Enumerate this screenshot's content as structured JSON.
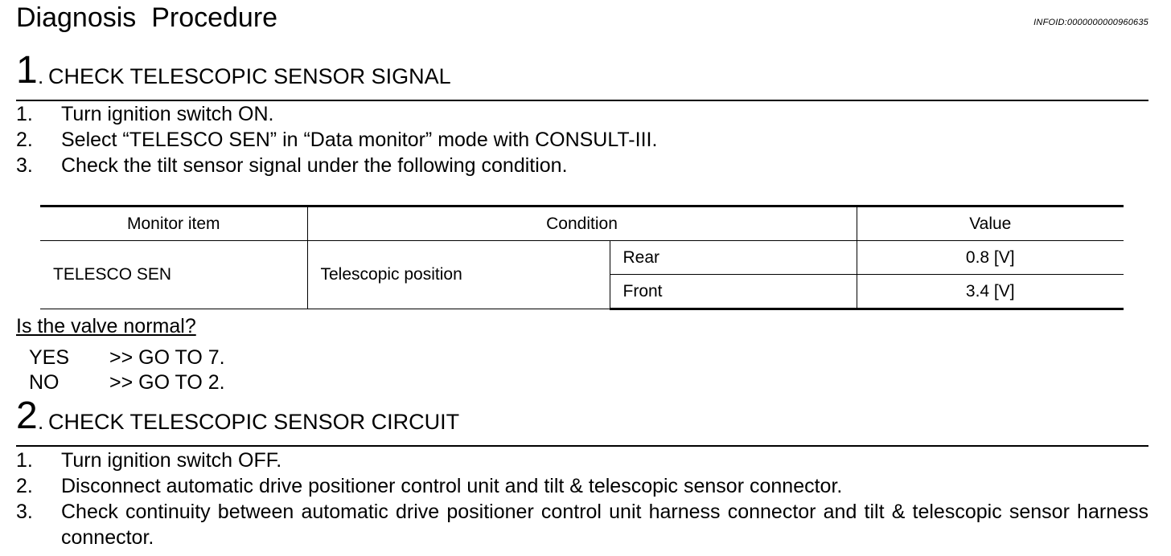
{
  "header": {
    "title": "Diagnosis  Procedure",
    "info_id": "INFOID:0000000000960635"
  },
  "step1": {
    "number": "1",
    "dot": ".",
    "title": "CHECK TELESCOPIC SENSOR SIGNAL",
    "items": [
      {
        "num": "1.",
        "text": "Turn ignition switch ON."
      },
      {
        "num": "2.",
        "text": "Select “TELESCO SEN” in “Data monitor” mode with CONSULT-III."
      },
      {
        "num": "3.",
        "text": "Check the tilt sensor signal under the following condition."
      }
    ],
    "table": {
      "headers": {
        "monitor_item": "Monitor item",
        "condition": "Condition",
        "value": "Value"
      },
      "monitor_item": "TELESCO SEN",
      "condition": "Telescopic position",
      "rows": [
        {
          "sub_condition": "Rear",
          "value": "0.8 [V]"
        },
        {
          "sub_condition": "Front",
          "value": "3.4 [V]"
        }
      ]
    },
    "question": "Is the valve normal?",
    "answers": [
      {
        "label": "YES",
        "action": ">> GO TO 7."
      },
      {
        "label": "NO",
        "action": ">> GO TO 2."
      }
    ]
  },
  "step2": {
    "number": "2",
    "dot": ".",
    "title": "CHECK TELESCOPIC SENSOR CIRCUIT",
    "items": [
      {
        "num": "1.",
        "text": "Turn ignition switch OFF."
      },
      {
        "num": "2.",
        "text": "Disconnect automatic drive positioner control unit and tilt & telescopic sensor connector."
      },
      {
        "num": "3.",
        "text": "Check continuity between automatic drive positioner control unit harness connector and tilt & telescopic sensor harness connector."
      }
    ]
  }
}
